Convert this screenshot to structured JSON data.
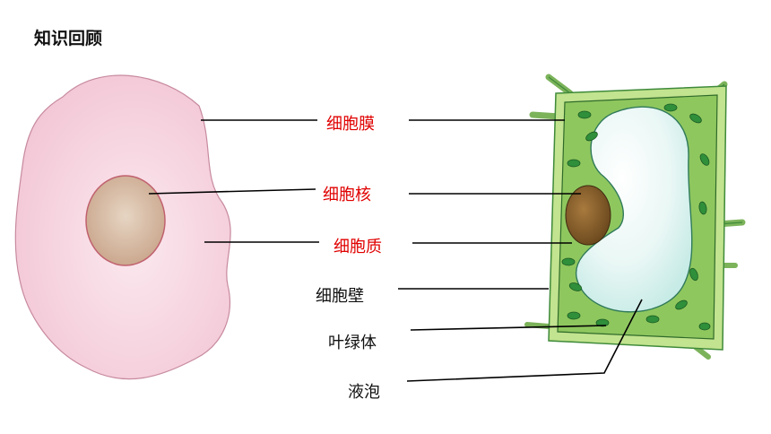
{
  "title": "知识回顾",
  "labels": {
    "membrane": "细胞膜",
    "nucleus": "细胞核",
    "cytoplasm": "细胞质",
    "cell_wall": "细胞壁",
    "chloroplast": "叶绿体",
    "vacuole": "液泡"
  },
  "colors": {
    "highlight": "#e00000",
    "normal": "#111111"
  }
}
